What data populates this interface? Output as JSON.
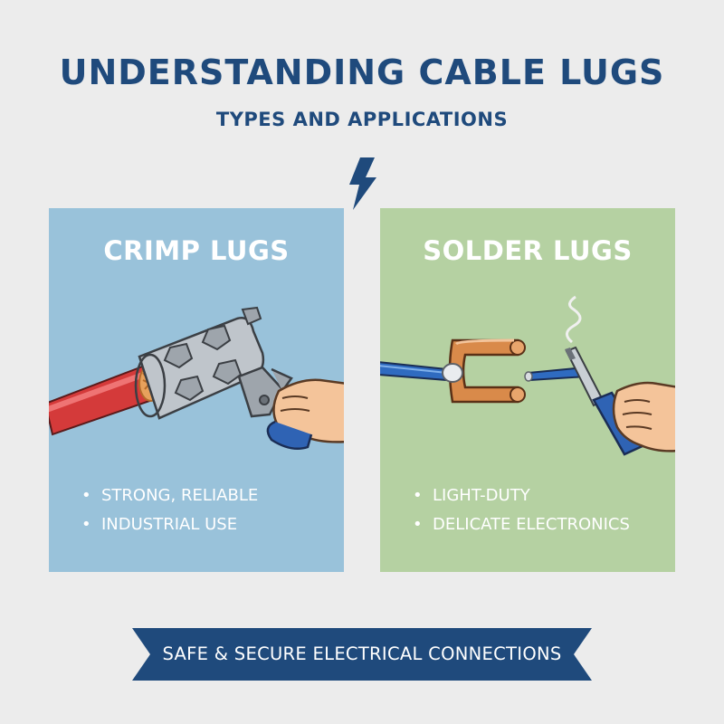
{
  "header": {
    "title": "UNDERSTANDING CABLE LUGS",
    "subtitle": "TYPES AND APPLICATIONS"
  },
  "icons": {
    "divider": "lightning-bolt-icon"
  },
  "panels": [
    {
      "title": "CRIMP LUGS",
      "color": "#99c2da",
      "illustration": "crimping-tool-on-lug",
      "features": [
        "STRONG, RELIABLE",
        "INDUSTRIAL USE"
      ]
    },
    {
      "title": "SOLDER LUGS",
      "color": "#b5d1a2",
      "illustration": "soldering-iron-on-lug",
      "features": [
        "LIGHT-DUTY",
        "DELICATE ELECTRONICS"
      ]
    }
  ],
  "banner": {
    "text": "SAFE & SECURE ELECTRICAL CONNECTIONS",
    "color": "#1f4a7c"
  },
  "colors": {
    "accent": "#1f4a7c",
    "background": "#ececec"
  }
}
